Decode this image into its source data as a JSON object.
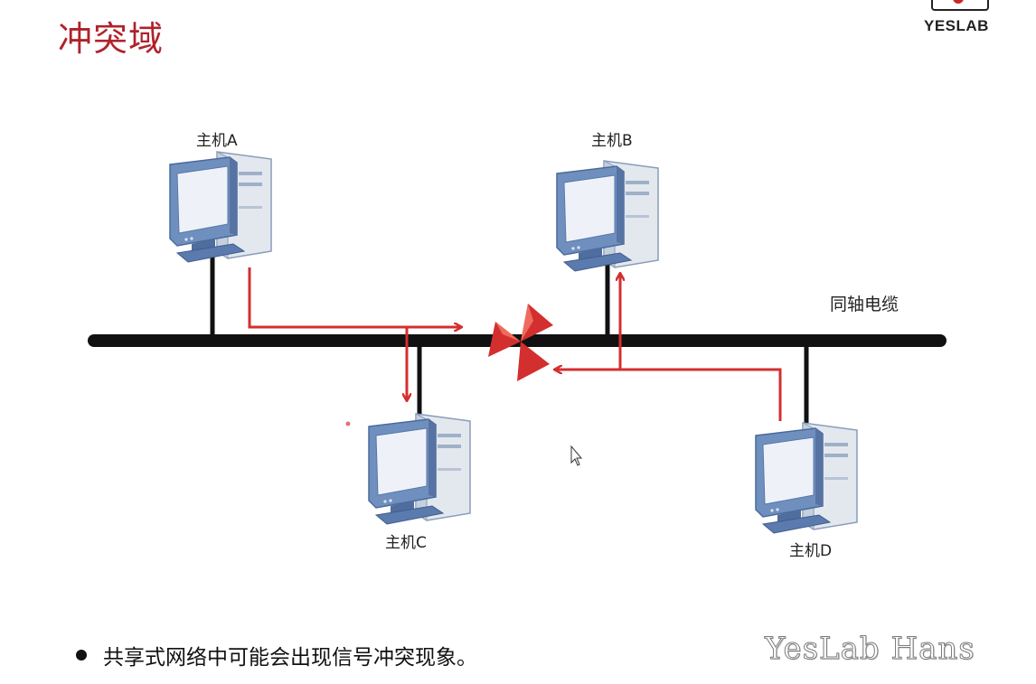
{
  "slide": {
    "title": "冲突域",
    "logo_text": "YESLAB",
    "bullet": "共享式网络中可能会出现信号冲突现象。",
    "watermark": "YesLab Hans"
  },
  "diagram": {
    "cable_label": "同轴电缆",
    "hosts": [
      {
        "id": "A",
        "label": "主机A"
      },
      {
        "id": "B",
        "label": "主机B"
      },
      {
        "id": "C",
        "label": "主机C"
      },
      {
        "id": "D",
        "label": "主机D"
      }
    ]
  },
  "colors": {
    "title": "#b0222a",
    "signal": "#d32f2f",
    "cable": "#111111",
    "computer": "#6f8fbf"
  }
}
